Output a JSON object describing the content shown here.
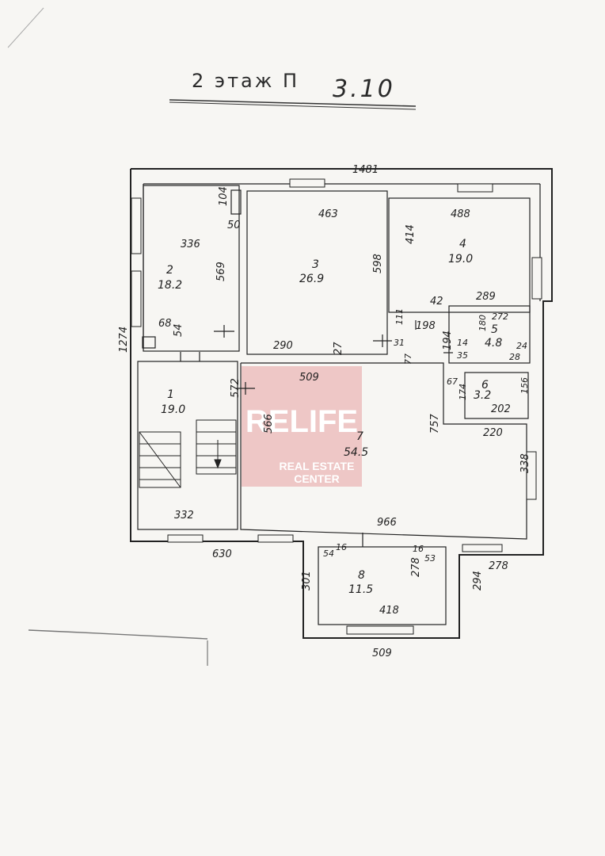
{
  "title": {
    "floor": "2 этаж П",
    "sheet": "3.10"
  },
  "overall": {
    "width": "1481",
    "height": "1274",
    "left_bottom": "630",
    "right_bottom": "278"
  },
  "rooms": [
    {
      "num": "1",
      "area": "19.0",
      "dims": [
        "572",
        "332"
      ]
    },
    {
      "num": "2",
      "area": "18.2",
      "dims": [
        "336",
        "569",
        "104",
        "50",
        "54",
        "68"
      ]
    },
    {
      "num": "3",
      "area": "26.9",
      "dims": [
        "463",
        "598",
        "290",
        "27"
      ]
    },
    {
      "num": "4",
      "area": "19.0",
      "dims": [
        "488",
        "414",
        "289",
        "42"
      ]
    },
    {
      "num": "5",
      "area": "4.8",
      "dims": [
        "272",
        "180",
        "194",
        "198",
        "14",
        "35",
        "24",
        "28"
      ]
    },
    {
      "num": "6",
      "area": "3.2",
      "dims": [
        "67",
        "174",
        "156",
        "202"
      ]
    },
    {
      "num": "7",
      "area": "54.5",
      "dims": [
        "509",
        "566",
        "757",
        "338",
        "966",
        "220",
        "111",
        "31",
        "77"
      ]
    },
    {
      "num": "8",
      "area": "11.5",
      "dims": [
        "301",
        "294",
        "509",
        "418",
        "278",
        "54",
        "16",
        "53",
        "16"
      ]
    }
  ],
  "watermark": {
    "brand": "RELIFE",
    "line1": "REAL ESTATE",
    "line2": "CENTER",
    "color": "#e8a0a0"
  }
}
